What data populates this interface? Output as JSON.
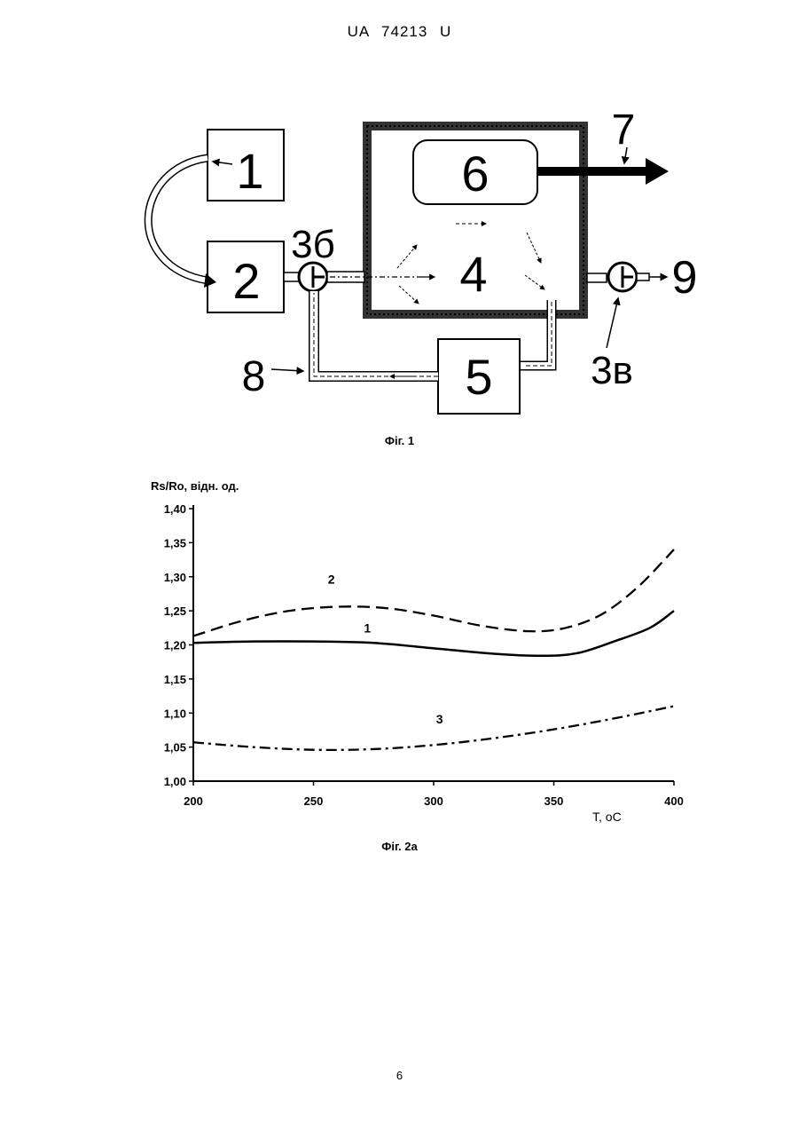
{
  "header": "UA 74213 U",
  "page_number": "6",
  "figure1": {
    "caption": "Фіг. 1",
    "blocks": {
      "b1": "1",
      "b2": "2",
      "b4": "4",
      "b5": "5",
      "b6": "6"
    },
    "labels": {
      "l7": "7",
      "l3b": "3б",
      "l9": "9",
      "l8": "8",
      "l3v": "3в"
    }
  },
  "figure2": {
    "caption": "Фіг. 2а"
  },
  "chart_data": {
    "type": "line",
    "title": "",
    "ylabel": "Rs/Ro, відн. од.",
    "xlabel": "T, oC",
    "xlim": [
      200,
      400
    ],
    "ylim": [
      1.0,
      1.4
    ],
    "x_ticks": [
      "200",
      "250",
      "300",
      "350",
      "400"
    ],
    "y_ticks": [
      "1,00",
      "1,05",
      "1,10",
      "1,15",
      "1,20",
      "1,25",
      "1,30",
      "1,35",
      "1,40"
    ],
    "grid": false,
    "series": [
      {
        "name": "1",
        "style": "solid",
        "points": [
          [
            200,
            1.203
          ],
          [
            225,
            1.205
          ],
          [
            250,
            1.205
          ],
          [
            275,
            1.203
          ],
          [
            300,
            1.195
          ],
          [
            325,
            1.187
          ],
          [
            345,
            1.184
          ],
          [
            360,
            1.188
          ],
          [
            375,
            1.205
          ],
          [
            390,
            1.225
          ],
          [
            400,
            1.25
          ]
        ]
      },
      {
        "name": "2",
        "style": "dashed",
        "points": [
          [
            200,
            1.213
          ],
          [
            220,
            1.235
          ],
          [
            240,
            1.25
          ],
          [
            260,
            1.256
          ],
          [
            280,
            1.254
          ],
          [
            300,
            1.243
          ],
          [
            320,
            1.228
          ],
          [
            340,
            1.22
          ],
          [
            355,
            1.225
          ],
          [
            370,
            1.245
          ],
          [
            385,
            1.285
          ],
          [
            400,
            1.34
          ]
        ]
      },
      {
        "name": "3",
        "style": "dashdot",
        "points": [
          [
            200,
            1.057
          ],
          [
            225,
            1.05
          ],
          [
            250,
            1.046
          ],
          [
            275,
            1.047
          ],
          [
            300,
            1.053
          ],
          [
            325,
            1.063
          ],
          [
            350,
            1.076
          ],
          [
            375,
            1.092
          ],
          [
            400,
            1.11
          ]
        ]
      }
    ],
    "series_label_positions": [
      [
        240,
        1.218
      ],
      [
        225,
        1.29
      ],
      [
        270,
        1.085
      ]
    ]
  }
}
